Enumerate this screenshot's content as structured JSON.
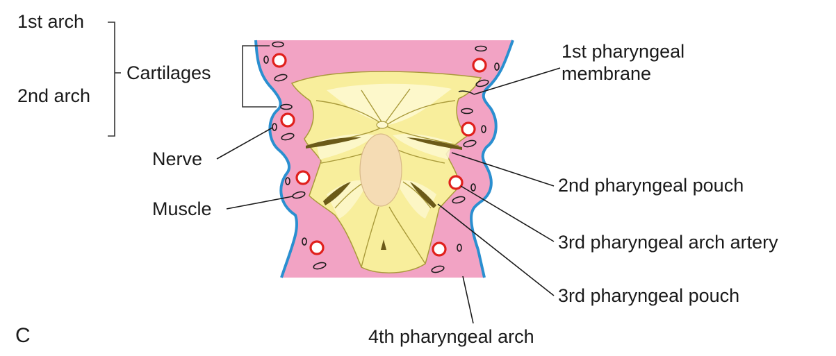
{
  "panel_letter": "C",
  "labels": {
    "first_arch": "1st arch",
    "second_arch": "2nd arch",
    "cartilages": "Cartilages",
    "nerve": "Nerve",
    "muscle": "Muscle",
    "first_pharyngeal_membrane_line1": "1st pharyngeal",
    "first_pharyngeal_membrane_line2": "membrane",
    "second_pharyngeal_pouch": "2nd pharyngeal pouch",
    "third_pharyngeal_arch_artery": "3rd pharyngeal arch artery",
    "third_pharyngeal_pouch": "3rd pharyngeal pouch",
    "fourth_pharyngeal_arch": "4th pharyngeal arch"
  },
  "colors": {
    "mesenchyme_pink": "#f2a3c4",
    "ectoderm_blue": "#2a8fd0",
    "endoderm_yellow": "#f8ee9c",
    "endoderm_light": "#fdf8d0",
    "endoderm_outline": "#a99a3a",
    "floor_beige": "#f5dcb4",
    "artery_red": "#e0201c",
    "line_dark": "#1a1a1a"
  }
}
